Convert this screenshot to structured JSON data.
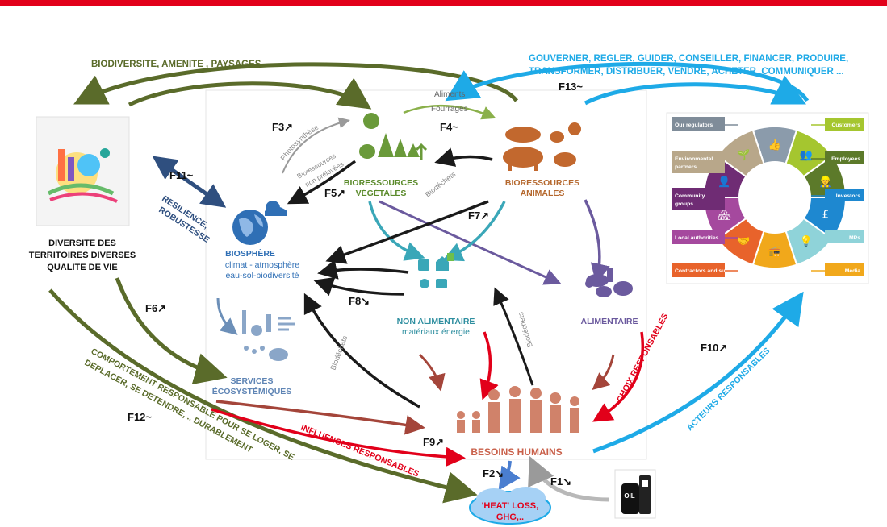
{
  "colors": {
    "topbar": "#e2001a",
    "olive": "#5a6b2a",
    "sky": "#1eaae7",
    "navy": "#2f4f7f",
    "teal": "#3aa7b8",
    "brown": "#b5682e",
    "purple": "#6b5a9e",
    "red": "#e2001a",
    "rust": "#a4453a",
    "grey": "#9a9a9a",
    "dark": "#1a1a1a"
  },
  "top": {
    "left_title": "BIODIVERSITE, AMENITE , PAYSAGES",
    "right_title_1": "GOUVERNER, REGLER, GUIDER,  CONSEILLER,  FINANCER, PRODUIRE,",
    "right_title_2": "TRANSFORMER, DISTRIBUER, VENDRE, ACHETER, COMMUNIQUER ..."
  },
  "flows": {
    "f1": "F1↘",
    "f2": "F2↘",
    "f3": "F3↗",
    "f4": "F4~",
    "f5": "F5↗",
    "f6": "F6↗",
    "f7": "F7↗",
    "f8": "F8↘",
    "f9": "F9↗",
    "f10": "F10↗",
    "f11": "F11~",
    "f12": "F12~",
    "f13": "F13~"
  },
  "nodes": {
    "territories": [
      "DIVERSITE DES",
      "TERRITOIRES DIVERSES",
      "QUALITE DE VIE"
    ],
    "biosphere_title": "BIOSPHÈRE",
    "biosphere_sub_1": "climat - atmosphère",
    "biosphere_sub_2": "eau-sol-biodiversité",
    "veg_1": "BIORESSOURCES",
    "veg_2": "VÉGÉTALES",
    "ani_1": "BIORESSOURCES",
    "ani_2": "ANIMALES",
    "non_alim_title": "NON ALIMENTAIRE",
    "non_alim_sub": "matériaux énergie",
    "alimentaire": "ALIMENTAIRE",
    "services_1": "SERVICES",
    "services_2": "ÉCOSYSTÉMIQUES",
    "besoins": "BESOINS HUMAINS",
    "heat_1": "'HEAT' LOSS,",
    "heat_2": "GHG,..",
    "oil": "OIL"
  },
  "labels": {
    "aliments": "Aliments",
    "fourrages": "Fourrages",
    "photosynthese": "Photosynthèse",
    "biores_1": "Bioressources",
    "biores_2": "non prélevées",
    "biodechets": "Biodéchets",
    "resilience_1": "RESILIENCE,",
    "resilience_2": "ROBUSTESSE",
    "comportement_1": "COMPORTEMENT RESPONSABLE POUR SE LOGER, SE",
    "comportement_2": "DEPLACER,  SE DETENDRE, .. DURABLEMENT",
    "influences": "INFLUENCES  RESPONSABLES",
    "choix": "CHOIX RESPONSABLES",
    "acteurs": "ACTEURS RESPONSABLES"
  },
  "stakeholders": {
    "left": [
      {
        "label": "Our regulators",
        "color": "#7f8c99"
      },
      {
        "label": "Environmental partners",
        "color": "#b8a78a"
      },
      {
        "label": "Community groups",
        "color": "#6f2c74"
      },
      {
        "label": "Local authorities",
        "color": "#a5499e"
      },
      {
        "label": "Contractors and suppliers",
        "color": "#e8632b"
      }
    ],
    "right": [
      {
        "label": "Customers",
        "color": "#a5c62f"
      },
      {
        "label": "Employees",
        "color": "#5c7a2a"
      },
      {
        "label": "Investors",
        "color": "#1e88d0"
      },
      {
        "label": "MPs",
        "color": "#8fd3d9"
      },
      {
        "label": "Media",
        "color": "#f1a81b"
      }
    ],
    "ring": [
      "#8b9bab",
      "#a5c62f",
      "#5c7a2a",
      "#1e88d0",
      "#8fd3d9",
      "#f1a81b",
      "#e8632b",
      "#a5499e",
      "#6f2c74",
      "#b8a78a"
    ],
    "icons": [
      "👍",
      "👥",
      "👷",
      "£",
      "💡",
      "📻",
      "🤝",
      "🏘",
      "👤",
      "🌱"
    ]
  }
}
